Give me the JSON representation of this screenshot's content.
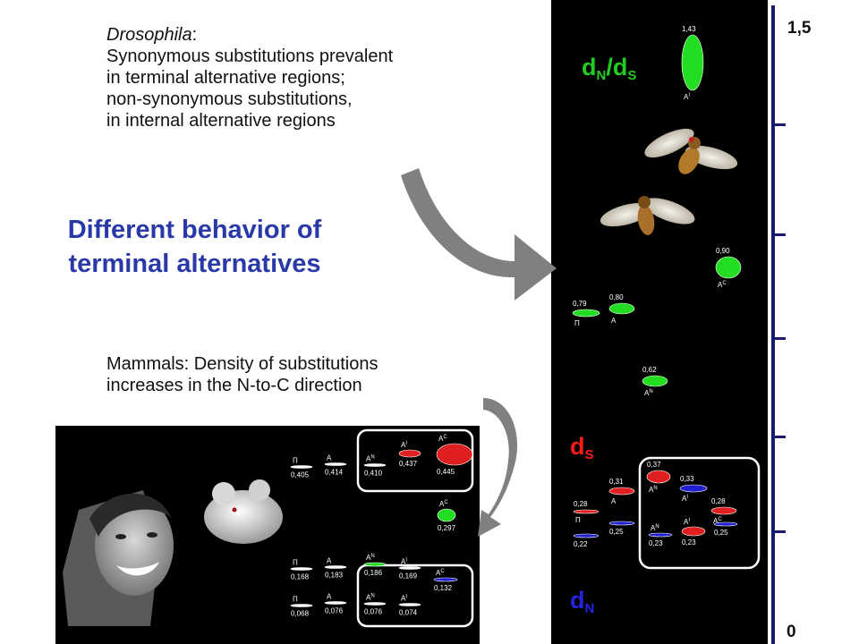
{
  "drosophila": {
    "title": "Drosophila",
    "title_suffix": ":",
    "lines": [
      "Synonymous substitutions prevalent",
      "in terminal alternative regions;",
      "non-synonymous substitutions,",
      "in internal alternative regions"
    ]
  },
  "headline": {
    "line1": "Different behavior of",
    "line2": "terminal alternatives"
  },
  "mammals": {
    "lines": [
      "Mammals: Density of substitutions",
      "increases in the N-to-C direction"
    ]
  },
  "scale": {
    "top_label": "1,5",
    "bottom_label": "0"
  },
  "fly_panel": {
    "ratio_label": {
      "main": "d",
      "sub1": "N",
      "slash": "/d",
      "sub2": "S"
    },
    "ds_label": {
      "main": "d",
      "sub": "S"
    },
    "dn_label": {
      "main": "d",
      "sub": "N"
    },
    "ratio_items": [
      {
        "value": "1,43",
        "region": "A",
        "sup": "I",
        "color": "#22dd22"
      },
      {
        "value": "0,90",
        "region": "A",
        "sup": "C",
        "color": "#22dd22"
      },
      {
        "value": "0,79",
        "region": "П",
        "sup": "",
        "color": "#22dd22"
      },
      {
        "value": "0,80",
        "region": "A",
        "sup": "",
        "color": "#22dd22"
      },
      {
        "value": "0,62",
        "region": "A",
        "sup": "N",
        "color": "#22dd22"
      }
    ],
    "ds_items": [
      {
        "value": "0,37",
        "region": "A",
        "sup": "N",
        "color": "#e02020"
      },
      {
        "value": "0,31",
        "region": "A",
        "sup": "",
        "color": "#e02020"
      },
      {
        "value": "0,33",
        "region": "A",
        "sup": "I",
        "color": "#2020d0"
      },
      {
        "value": "0,28",
        "region": "П",
        "sup": "",
        "color": "#e02020"
      },
      {
        "value": "0,28",
        "region": "A",
        "sup": "C",
        "color": "#e02020"
      }
    ],
    "dn_items": [
      {
        "value": "0,22",
        "color": "#2020d0"
      },
      {
        "value": "0,25",
        "color": "#2020d0"
      },
      {
        "value": "0,23",
        "region": "A",
        "sup": "N",
        "color": "#2020d0"
      },
      {
        "value": "0,23",
        "region": "A",
        "sup": "I",
        "color": "#e02020"
      },
      {
        "value": "0,25",
        "color": "#2020d0"
      }
    ]
  },
  "mammal_panel": {
    "row1": [
      {
        "region": "П",
        "value": "0,405"
      },
      {
        "region": "A",
        "value": "0,414"
      },
      {
        "region": "A",
        "sup": "N",
        "value": "0,410"
      },
      {
        "region": "A",
        "sup": "I",
        "value": "0,437"
      },
      {
        "region": "A",
        "sup": "C",
        "value": "0,445"
      }
    ],
    "row2": [
      {
        "region": "A",
        "sup": "C",
        "value": "0,297"
      }
    ],
    "row3": [
      {
        "region": "П",
        "value": "0,168"
      },
      {
        "region": "A",
        "value": "0,183"
      },
      {
        "region": "A",
        "sup": "N",
        "value": "0,186"
      },
      {
        "region": "A",
        "sup": "I",
        "value": "0,169"
      },
      {
        "region": "A",
        "sup": "C",
        "value": "0,132"
      }
    ],
    "row4": [
      {
        "region": "П",
        "value": "0,068"
      },
      {
        "region": "A",
        "value": "0,076"
      },
      {
        "region": "A",
        "sup": "N",
        "value": "0,076"
      },
      {
        "region": "A",
        "sup": "I",
        "value": "0,074"
      }
    ]
  }
}
